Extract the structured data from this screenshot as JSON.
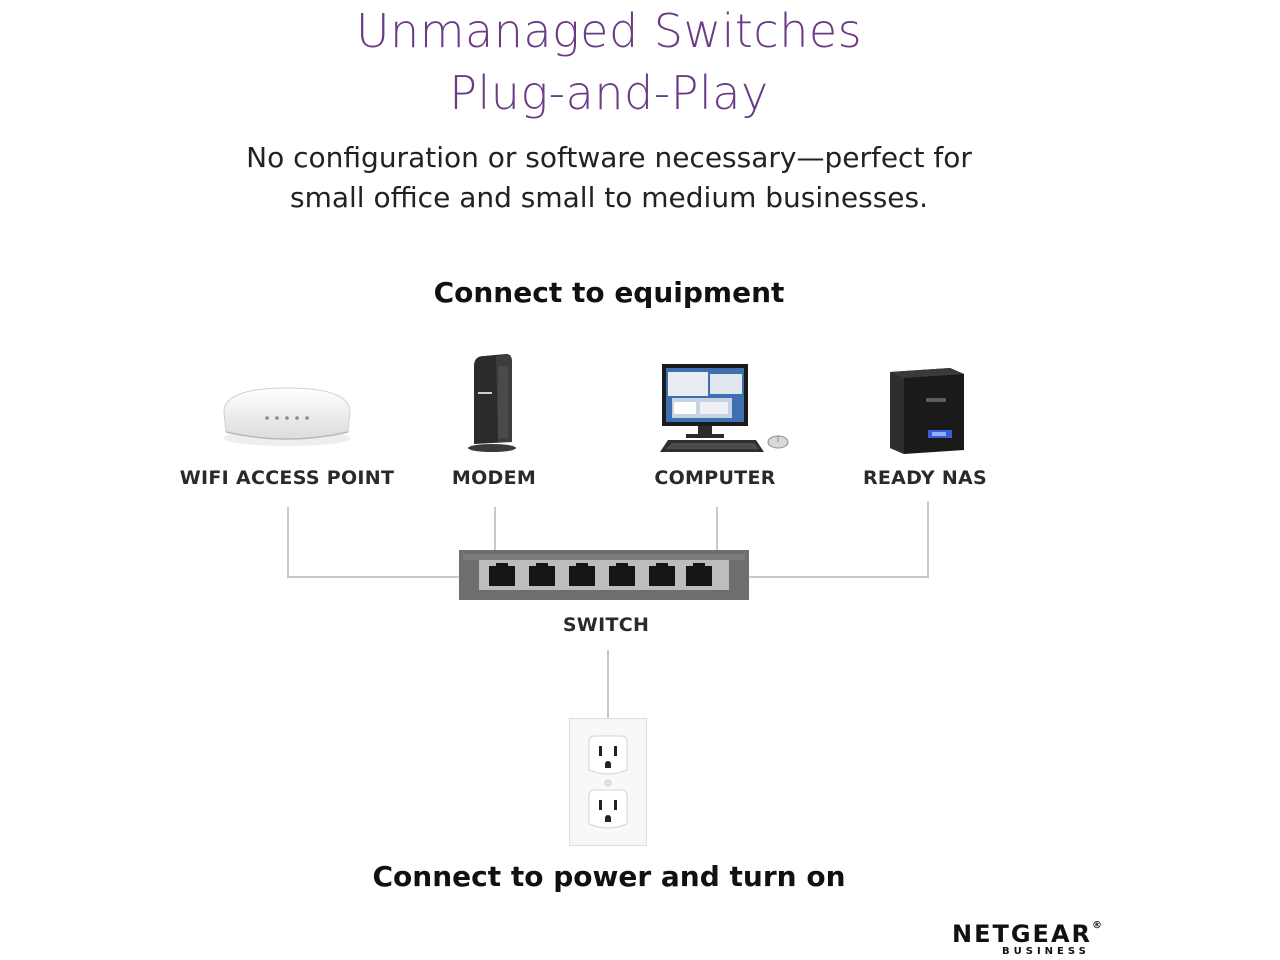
{
  "headline": {
    "line1": "Unmanaged Switches",
    "line2": "Plug-and-Play"
  },
  "subtitle": {
    "line1": "No configuration or software necessary—perfect for",
    "line2": "small office and small to medium businesses."
  },
  "equipment_title": "Connect to equipment",
  "devices": [
    {
      "label": "WIFI ACCESS POINT",
      "icon": "wifi-access-point-icon"
    },
    {
      "label": "MODEM",
      "icon": "modem-icon"
    },
    {
      "label": "COMPUTER",
      "icon": "computer-icon"
    },
    {
      "label": "READY NAS",
      "icon": "nas-icon"
    }
  ],
  "switch": {
    "label": "SWITCH",
    "icon": "switch-icon",
    "port_count": 6
  },
  "outlet_icon": "power-outlet-icon",
  "power_title": "Connect to power and turn on",
  "brand": {
    "name": "NETGEAR",
    "mark": "®",
    "sub": "BUSINESS"
  },
  "colors": {
    "headline": "#6b3b85",
    "wire": "#c9c9c9",
    "switch_body": "#6e6e6e"
  }
}
